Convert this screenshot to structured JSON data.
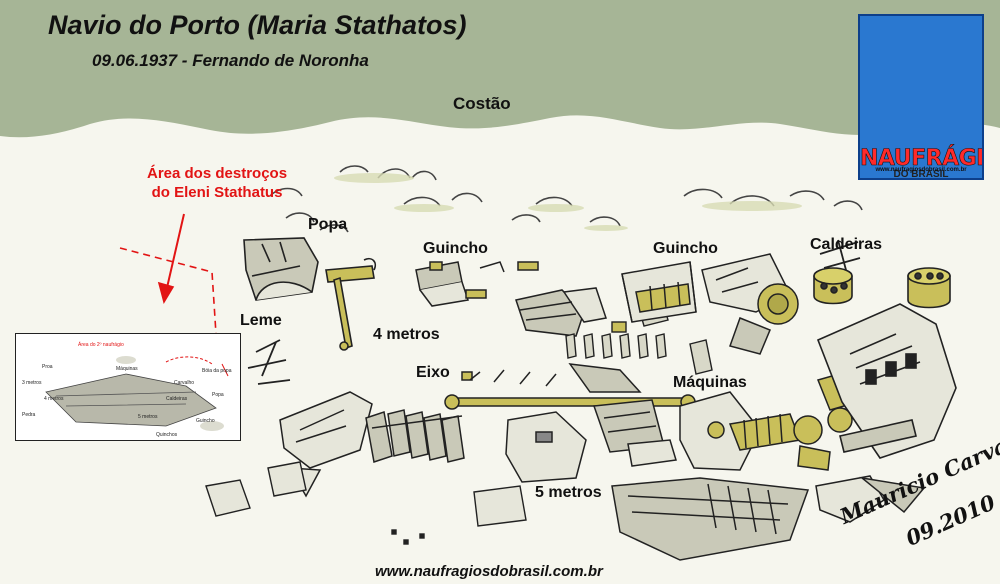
{
  "header": {
    "title": "Navio do Porto (Maria Stathatos)",
    "subtitle": "09.06.1937 - Fernando de Noronha",
    "shore_label": "Costão"
  },
  "annotation": {
    "line1": "Área dos destroços",
    "line2": "do Eleni Stathatus",
    "color": "#e21414"
  },
  "labels": {
    "popa": "Popa",
    "leme": "Leme",
    "guincho_left": "Guincho",
    "guincho_right": "Guincho",
    "caldeiras": "Caldeiras",
    "depth_4": "4 metros",
    "eixo": "Eixo",
    "maquinas": "Máquinas",
    "depth_5": "5 metros"
  },
  "logo": {
    "brand": "NAUFRÁGIOS",
    "brand_sub": "DO BRASIL",
    "site": "www.naufragiosdobrasil.com.br",
    "bg_color": "#2a78d0"
  },
  "inset_map": {
    "labels": [
      "Área do 2º naufrágio",
      "Máquinas",
      "Proa",
      "Bóia da popa",
      "Carvalho",
      "3 metros",
      "Popa",
      "Caldeiras",
      "4 metros",
      "5 metros",
      "Quinchos",
      "Pedra",
      "Guincho"
    ]
  },
  "signature": {
    "name": "Mauricio Carvalho",
    "date": "09.2010"
  },
  "footer": {
    "website": "www.naufragiosdobrasil.com.br"
  },
  "colors": {
    "sea_band": "#a6b596",
    "sand": "#f6f6ee",
    "metal": "#c9c9b8",
    "brass": "#c9bf5a"
  }
}
